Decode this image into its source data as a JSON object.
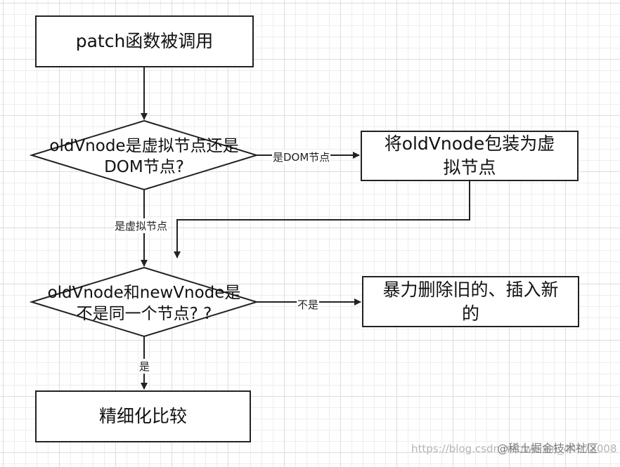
{
  "nodes": {
    "start": "patch函数被调用",
    "decision1_line1": "oldVnode是虚拟节点还是",
    "decision1_line2": "DOM节点?",
    "wrap_line1": "将oldVnode包装为虚",
    "wrap_line2": "拟节点",
    "decision2_line1": "oldVnode和newVnode是",
    "decision2_line2": "不是同一个节点? ?",
    "replace_line1": "暴力删除旧的、插入新",
    "replace_line2": "的",
    "refine": "精细化比较"
  },
  "edges": {
    "is_dom": "是DOM节点",
    "is_virtual": "是虚拟节点",
    "not_same": "不是",
    "same": "是"
  },
  "watermark": {
    "url": "https://blog.csdn.net/weixin_44972008",
    "site": "@稀土掘金技术社区"
  },
  "colors": {
    "stroke": "#222222",
    "grid": "#dcdcdc"
  }
}
